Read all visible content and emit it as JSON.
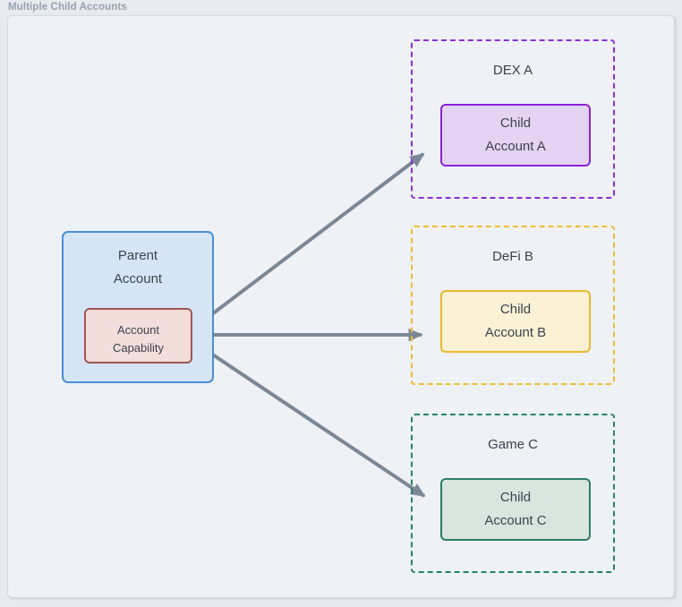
{
  "title": "Multiple Child Accounts",
  "diagram": {
    "parent": {
      "label": "Parent\nAccount",
      "capability_label": "Account\nCapability",
      "fill": "#d5e5f6",
      "border": "#4a8fd3",
      "capability_fill": "#f3dedc",
      "capability_border": "#a15555"
    },
    "groups": [
      {
        "label": "DEX A",
        "child_label": "Child\nAccount A",
        "accent": "#8f2be0",
        "child_fill": "#e5d3f4",
        "child_border": "#8b22d6"
      },
      {
        "label": "DeFi B",
        "child_label": "Child\nAccount B",
        "accent": "#f0bc2e",
        "child_fill": "#faf0d4",
        "child_border": "#e8b92f"
      },
      {
        "label": "Game C",
        "child_label": "Child\nAccount C",
        "accent": "#26826a",
        "child_fill": "#d9e6e0",
        "child_border": "#2a7d63"
      }
    ],
    "arrow_color": "#7b8794",
    "panel_fill": "#eef1f6",
    "panel_border": "#d4dae2"
  }
}
